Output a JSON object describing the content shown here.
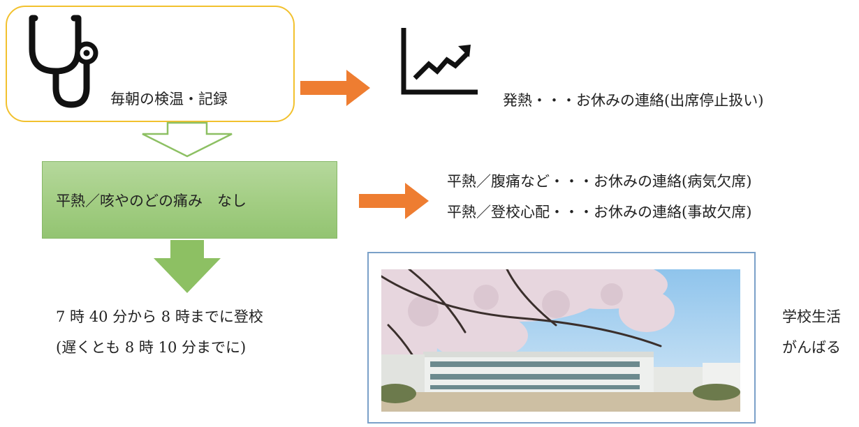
{
  "step1": {
    "label": "毎朝の検温・記録",
    "icon": "stethoscope-icon",
    "border_color": "#f2c12e"
  },
  "fever": {
    "icon": "trend-chart-icon",
    "text": "発熱・・・お休みの連絡(出席停止扱い)"
  },
  "condition": {
    "label": "平熱／咳やのどの痛み　なし",
    "fill_color": "#a2cd82"
  },
  "other_cases": [
    "平熱／腹痛など・・・お休みの連絡(病気欠席)",
    "平熱／登校心配・・・お休みの連絡(事故欠席)"
  ],
  "arrival": {
    "line1": "7 時 40 分から 8 時までに登校",
    "line2": "(遅くとも 8 時 10 分までに)"
  },
  "photo": {
    "subject": "school-building-cherry-blossoms-photo",
    "frame_color": "#7aa0c8"
  },
  "cheer": {
    "line1": "学校生活",
    "line2": "がんばる"
  },
  "colors": {
    "arrow_orange": "#ee7d31",
    "arrow_green": "#8dc063"
  }
}
